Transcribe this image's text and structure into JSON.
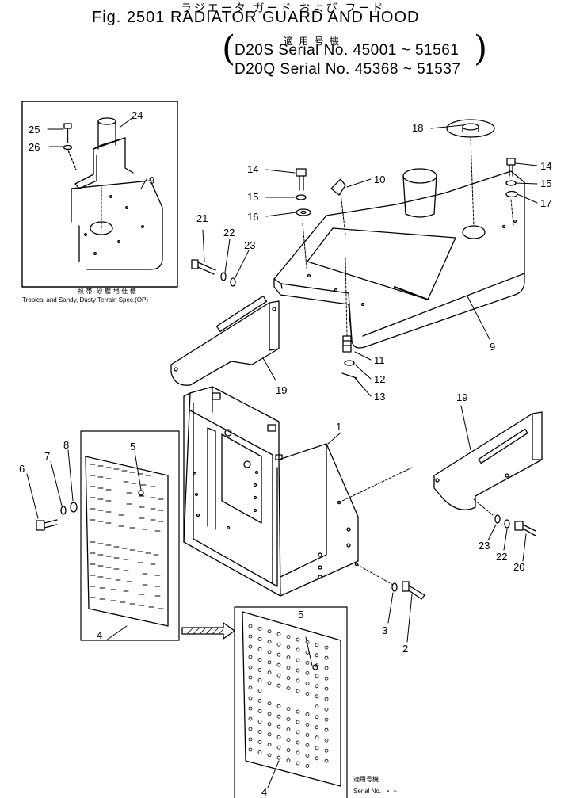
{
  "header": {
    "jp_title": "ラジエータ ガード および フード",
    "fig_title": "Fig. 2501 RADIATOR GUARD AND HOOD",
    "jp_applicability": "適 用 号 機",
    "serial_line_1": "D20S  Serial No. 45001 ~ 51561",
    "serial_line_2": "D20Q  Serial No. 45368 ~ 51537"
  },
  "inset": {
    "jp_caption": "熱 帯, 砂 塵 地 仕 様",
    "caption": "Tropical and Sandy, Dusty Terrain Spec.(OP)"
  },
  "bottom_note": {
    "jp_label": "適用号機",
    "serial_label": "Serial No.",
    "serial_value": "・ ~"
  },
  "callouts": {
    "c1": "1",
    "c2": "2",
    "c3": "3",
    "c4a": "4",
    "c4b": "4",
    "c5a": "5",
    "c5b": "5",
    "c6": "6",
    "c7": "7",
    "c8": "8",
    "c9a": "9",
    "c9b": "9",
    "c10": "10",
    "c11": "11",
    "c12": "12",
    "c13": "13",
    "c14a": "14",
    "c14b": "14",
    "c15a": "15",
    "c15b": "15",
    "c16": "16",
    "c17": "17",
    "c18": "18",
    "c19a": "19",
    "c19b": "19",
    "c20": "20",
    "c21": "21",
    "c22a": "22",
    "c22b": "22",
    "c23a": "23",
    "c23b": "23",
    "c24": "24",
    "c25": "25",
    "c26": "26"
  }
}
